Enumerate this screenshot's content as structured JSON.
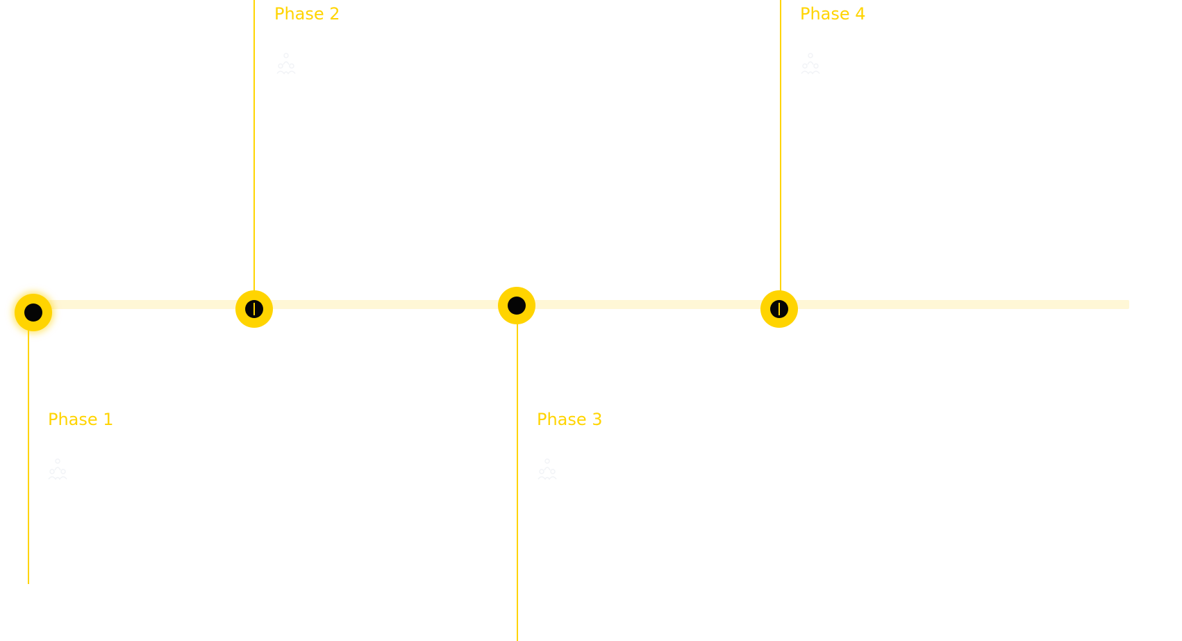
{
  "diagram": {
    "phases": [
      {
        "label": "Phase 1",
        "icon": "users-icon",
        "active": true
      },
      {
        "label": "Phase 2",
        "icon": "users-icon",
        "active": false
      },
      {
        "label": "Phase 3",
        "icon": "users-icon",
        "active": false
      },
      {
        "label": "Phase 4",
        "icon": "users-icon",
        "active": false
      }
    ]
  },
  "colors": {
    "accent": "#ffd400",
    "track": "#fff7d6",
    "node_core": "#050505",
    "icon": "#e6eaf0"
  }
}
